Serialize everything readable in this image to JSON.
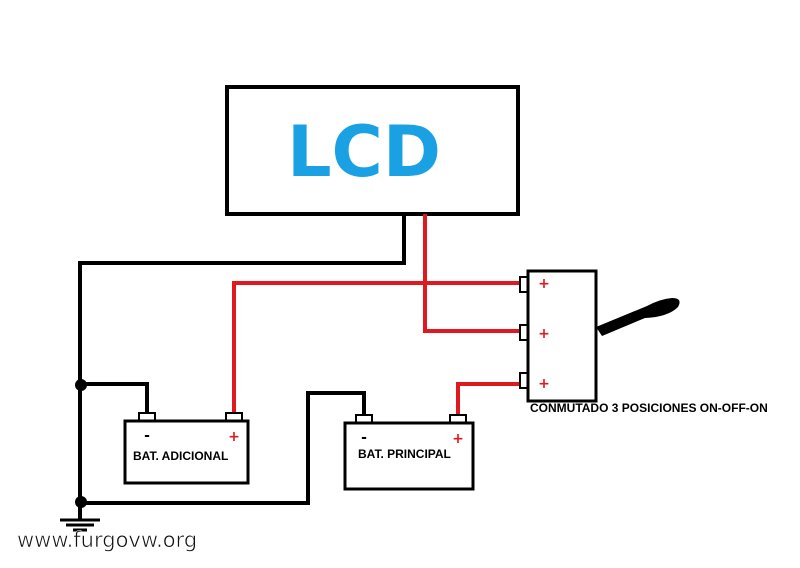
{
  "lcd": {
    "label": "LCD"
  },
  "batteries": {
    "auxiliary": {
      "label": "BAT. ADICIONAL",
      "negative": "-",
      "positive": "+"
    },
    "main": {
      "label": "BAT. PRINCIPAL",
      "negative": "-",
      "positive": "+"
    }
  },
  "switch": {
    "label": "CONMUTADO 3 POSICIONES ON-OFF-ON",
    "terminals": [
      "+",
      "+",
      "+"
    ]
  },
  "watermark": "www.furgovw.org",
  "colors": {
    "lcd_text": "#1aa1e4",
    "positive_wire": "#e0191e",
    "negative_wire": "#000000",
    "outline": "#000000"
  }
}
